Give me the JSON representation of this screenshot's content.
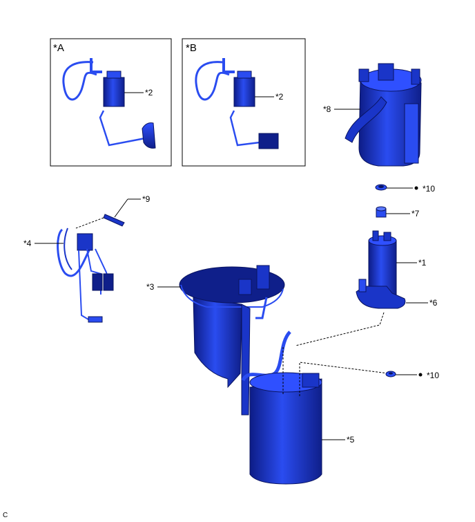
{
  "diagram": {
    "inset_a_label": "*A",
    "inset_b_label": "*B",
    "labels": {
      "p1": "*1",
      "p2_a": "*2",
      "p2_b": "*2",
      "p3": "*3",
      "p4": "*4",
      "p5": "*5",
      "p6": "*6",
      "p7": "*7",
      "p8": "*8",
      "p9": "*9",
      "p10_top": "*10",
      "p10_bottom": "*10"
    },
    "corner_code": "C"
  },
  "colors": {
    "part_fill": "#1f3fd1",
    "part_dark": "#0f1f8a",
    "part_light": "#5a78ff",
    "line": "#000000"
  }
}
